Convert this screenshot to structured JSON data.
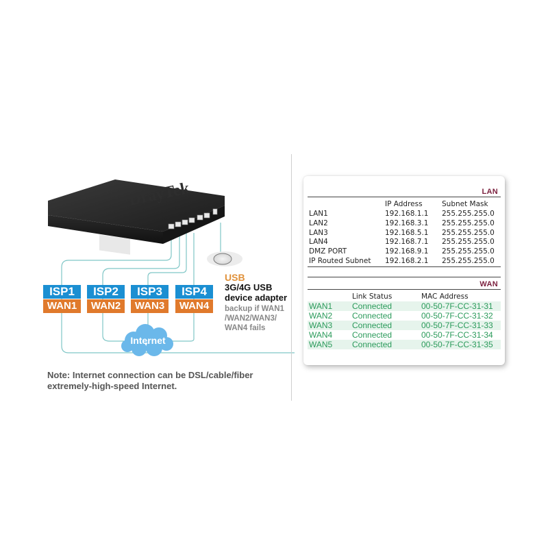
{
  "diagram": {
    "router_brand": "DrayTek",
    "isps": [
      {
        "isp": "ISP1",
        "wan": "WAN1"
      },
      {
        "isp": "ISP2",
        "wan": "WAN2"
      },
      {
        "isp": "ISP3",
        "wan": "WAN3"
      },
      {
        "isp": "ISP4",
        "wan": "WAN4"
      }
    ],
    "cloud_label": "Internet",
    "usb": {
      "title": "USB",
      "line1": "3G/4G USB",
      "line2": "device adapter",
      "note": "backup if WAN1 /WAN2/WAN3/ WAN4 fails"
    },
    "note": "Note: Internet connection can be DSL/cable/fiber extremely-high-speed Internet.",
    "colors": {
      "isp": "#1b8fd2",
      "wan": "#e07a2c",
      "cloud": "#6bb8ea",
      "usb_title": "#e0913a",
      "wire": "#7fc6c6"
    }
  },
  "lan": {
    "title": "LAN",
    "headers": [
      "",
      "IP Address",
      "Subnet Mask"
    ],
    "rows": [
      [
        "LAN1",
        "192.168.1.1",
        "255.255.255.0"
      ],
      [
        "LAN2",
        "192.168.3.1",
        "255.255.255.0"
      ],
      [
        "LAN3",
        "192.168.5.1",
        "255.255.255.0"
      ],
      [
        "LAN4",
        "192.168.7.1",
        "255.255.255.0"
      ],
      [
        "DMZ PORT",
        "192.168.9.1",
        "255.255.255.0"
      ],
      [
        "IP Routed Subnet",
        "192.168.2.1",
        "255.255.255.0"
      ]
    ]
  },
  "wan": {
    "title": "WAN",
    "headers": [
      "",
      "Link Status",
      "MAC Address"
    ],
    "rows": [
      [
        "WAN1",
        "Connected",
        "00-50-7F-CC-31-31"
      ],
      [
        "WAN2",
        "Connected",
        "00-50-7F-CC-31-32"
      ],
      [
        "WAN3",
        "Connected",
        "00-50-7F-CC-31-33"
      ],
      [
        "WAN4",
        "Connected",
        "00-50-7F-CC-31-34"
      ],
      [
        "WAN5",
        "Connected",
        "00-50-7F-CC-31-35"
      ]
    ],
    "status_color": "#2a9a5a",
    "title_color": "#7a1f3d"
  }
}
